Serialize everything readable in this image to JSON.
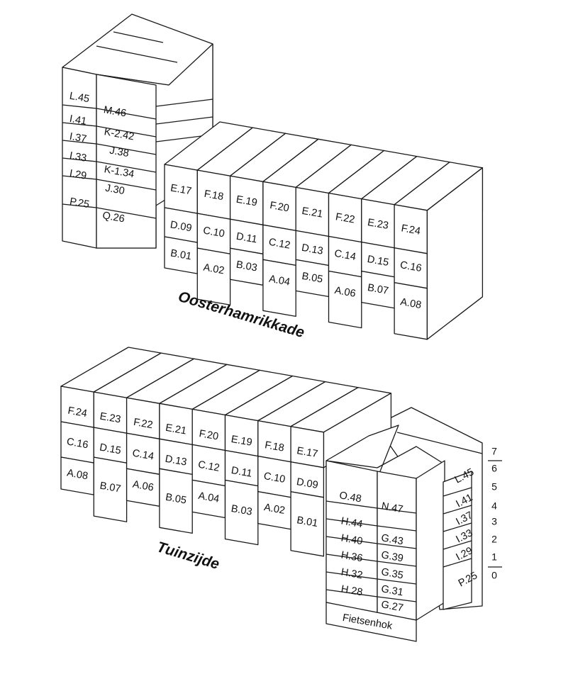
{
  "views": {
    "street": {
      "title": "Oosterhamrikkade",
      "west_units": [
        "L.45",
        "M.46",
        "I.41",
        "K-2.42",
        "I.37",
        "J.38",
        "I.33",
        "K-1.34",
        "I.29",
        "J.30",
        "P.25",
        "Q.26"
      ],
      "upper": [
        "E.17",
        "F.18",
        "E.19",
        "F.20",
        "E.21",
        "F.22",
        "E.23",
        "F.24"
      ],
      "middle": [
        "D.09",
        "C.10",
        "D.11",
        "C.12",
        "D.13",
        "C.14",
        "D.15",
        "C.16"
      ],
      "lower": [
        "B.01",
        "A.02",
        "B.03",
        "A.04",
        "B.05",
        "A.06",
        "B.07",
        "A.08"
      ]
    },
    "garden": {
      "title": "Tuinzijde",
      "upper": [
        "F.24",
        "E.23",
        "F.22",
        "E.21",
        "F.20",
        "E.19",
        "F.18",
        "E.17"
      ],
      "middle": [
        "C.16",
        "D.15",
        "C.14",
        "D.13",
        "C.12",
        "D.11",
        "C.10",
        "D.09"
      ],
      "lower": [
        "A.08",
        "B.07",
        "A.06",
        "B.05",
        "A.04",
        "B.03",
        "A.02",
        "B.01"
      ],
      "tower_left": [
        "O.48",
        "H.44",
        "H.40",
        "H.36",
        "H.32",
        "H.28"
      ],
      "tower_right": [
        "N.47",
        "G.43",
        "G.39",
        "G.35",
        "G.31",
        "G.27"
      ],
      "bike_shed": "Fietsenhok",
      "side_units": [
        "L.45",
        "I.41",
        "I.37",
        "I.33",
        "I.29",
        "P.25"
      ]
    }
  },
  "floor_levels": [
    "7",
    "6",
    "5",
    "4",
    "3",
    "2",
    "1",
    "0"
  ]
}
